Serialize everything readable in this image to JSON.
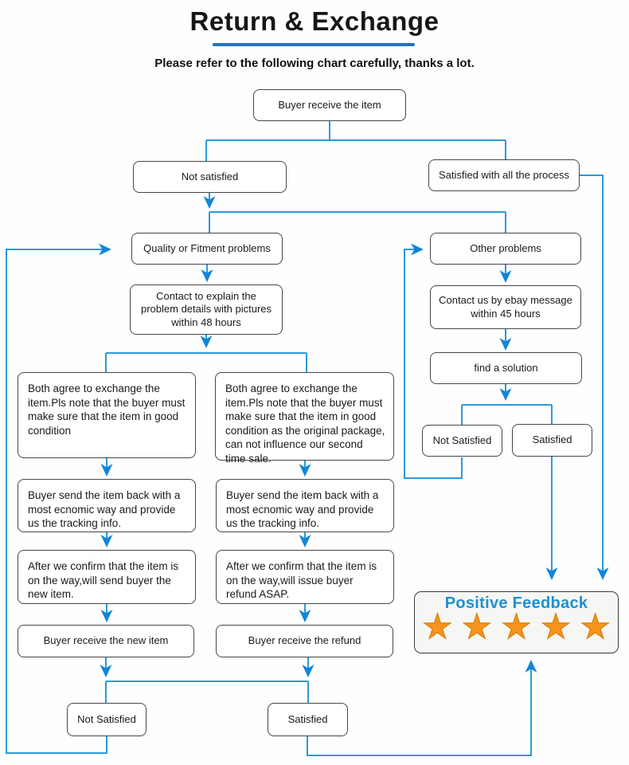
{
  "page": {
    "title": "Return & Exchange",
    "subtitle": "Please refer to the following chart carefully, thanks a lot."
  },
  "colors": {
    "connector_blue": "#2b9ad6",
    "arrowhead_blue": "#1385d8",
    "title_underline_blue": "#2273b8",
    "feedback_title_blue": "#1e90cf",
    "star_orange": "#f7941d",
    "box_border": "#474747",
    "feedback_box_bg": "#f6f6f4"
  },
  "nodes": {
    "buyer_receive": {
      "text": "Buyer receive the item"
    },
    "not_satisfied_top": {
      "text": "Not satisfied"
    },
    "satisfied_all": {
      "text": "Satisfied with all the process"
    },
    "quality_fitment": {
      "text": "Quality or Fitment problems"
    },
    "other_problems": {
      "text": "Other problems"
    },
    "contact_explain": {
      "text": "Contact to explain the problem details with pictures within 48 hours"
    },
    "contact_ebay": {
      "text": "Contact us by ebay message within 45 hours"
    },
    "find_solution": {
      "text": "find a solution"
    },
    "both_agree_exchange": {
      "text": "Both agree to exchange the item.Pls  note that the buyer must make sure that the item in good condition"
    },
    "both_agree_refund": {
      "text": "Both agree to exchange the item.Pls note that the buyer must make sure that the item in good condition as the original package, can not influence our second time sale."
    },
    "not_satisfied_mid": {
      "text": "Not Satisfied"
    },
    "satisfied_mid": {
      "text": "Satisfied"
    },
    "buyer_send_left": {
      "text": "Buyer send the item back with a most ecnomic way and provide us the tracking info."
    },
    "buyer_send_mid": {
      "text": "Buyer send the item back with a most ecnomic way and provide us the tracking info."
    },
    "after_confirm_left": {
      "text": "After we confirm that the item is on the way,will send buyer the new item."
    },
    "after_confirm_mid": {
      "text": "After we confirm that the item is on the way,will issue buyer refund ASAP."
    },
    "receive_new_item": {
      "text": "Buyer receive the new item"
    },
    "receive_refund": {
      "text": "Buyer receive the refund"
    },
    "not_satisfied_bottom": {
      "text": "Not Satisfied"
    },
    "satisfied_bottom": {
      "text": "Satisfied"
    },
    "positive_feedback": {
      "title": "Positive Feedback",
      "rating": 5,
      "stars": [
        "★",
        "★",
        "★",
        "★",
        "★"
      ]
    }
  }
}
